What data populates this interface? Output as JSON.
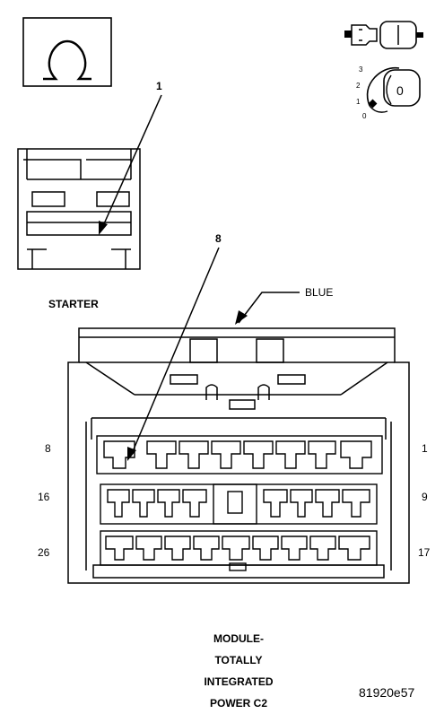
{
  "callouts": {
    "c1": "1",
    "c8": "8"
  },
  "top_label": "STARTER",
  "wire_color": "BLUE",
  "ignition_positions": {
    "p3": "3",
    "p2": "2",
    "p1": "1",
    "p0": "0",
    "key": "0"
  },
  "pin_labels": {
    "left_top": "8",
    "left_mid": "16",
    "left_bottom": "26",
    "right_top": "1",
    "right_mid": "9",
    "right_bottom": "17"
  },
  "title_lines": [
    "MODULE-",
    "TOTALLY",
    "INTEGRATED",
    "POWER C2"
  ],
  "figure_id": "81920e57"
}
